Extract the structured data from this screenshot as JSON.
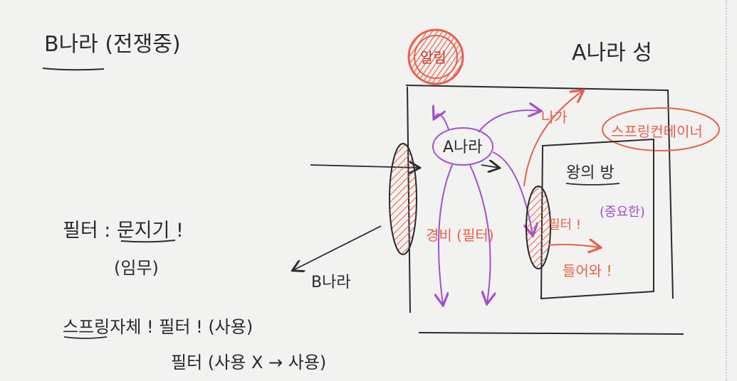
{
  "notes": {
    "title": "B나라 (전쟁중)",
    "filter_line": "필터 : 문지기 !",
    "filter_role": "(임무)",
    "spring_line": "스프링자체 ! 필터 ! (사용)",
    "filter_usage": "필터 (사용 X → 사용)",
    "b_country_label": "B나라"
  },
  "diagram": {
    "castle_label": "A나라 성",
    "alarm_label": "알림",
    "a_country_label": "A나라",
    "go_out_label": "나가",
    "spring_container_label": "스프링컨테이너",
    "king_room_label": "왕의 방",
    "king_room_note": "(중요한)",
    "filter_mark": "필터 !",
    "come_in_label": "들어와 !",
    "soldier_label": "경비 (필터)"
  },
  "colors": {
    "ink": "#2a2a2a",
    "orange": "#e8604a",
    "purple": "#a24fd0",
    "background": "#f2f2f1"
  }
}
